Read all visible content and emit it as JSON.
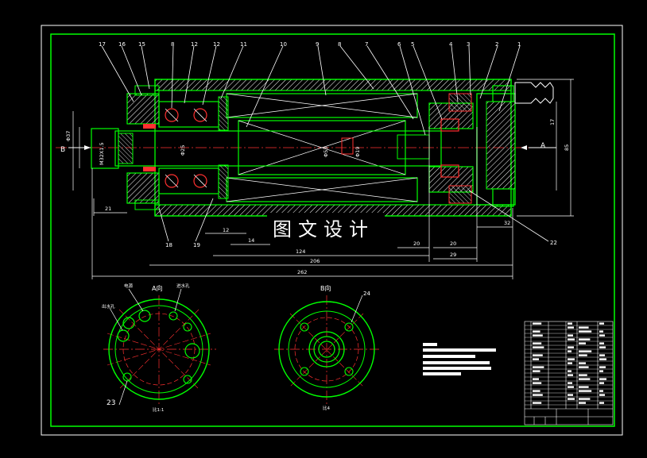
{
  "colors": {
    "background": "#000000",
    "frame": "#ffffff",
    "outline": "#00ff00",
    "hatch": "#ffffff",
    "centerline": "#ff3030",
    "dimension": "#ffffff"
  },
  "watermark": "图文设计",
  "section_labels": {
    "left": "B",
    "right": "A"
  },
  "view_titles": {
    "a": "A向",
    "b": "B向"
  },
  "part_numbers": [
    "17",
    "16",
    "15",
    "8",
    "12",
    "12",
    "11",
    "10",
    "9",
    "8",
    "7",
    "6",
    "5",
    "4",
    "3",
    "2",
    "1"
  ],
  "bottom_part_numbers": [
    "18",
    "19",
    "22"
  ],
  "dimensions": {
    "d21": "21",
    "d12": "12",
    "d14": "14",
    "d124": "124",
    "d206": "206",
    "d262": "262",
    "d20a": "20",
    "d20b": "20",
    "d29": "29",
    "d32": "32",
    "thread": "M32X1.5",
    "dia25": "Φ25",
    "dia53": "Φ53",
    "dia_small": "Φ19",
    "v_left": "Φ37",
    "v_r1": "17",
    "v_r2": "85"
  },
  "view_a_labels": {
    "n23": "23",
    "scale": "比1:1",
    "hole1": "电源",
    "hole2": "进水孔",
    "hole3": "出水孔"
  },
  "view_b_labels": {
    "n24": "24",
    "scale": "比4"
  }
}
